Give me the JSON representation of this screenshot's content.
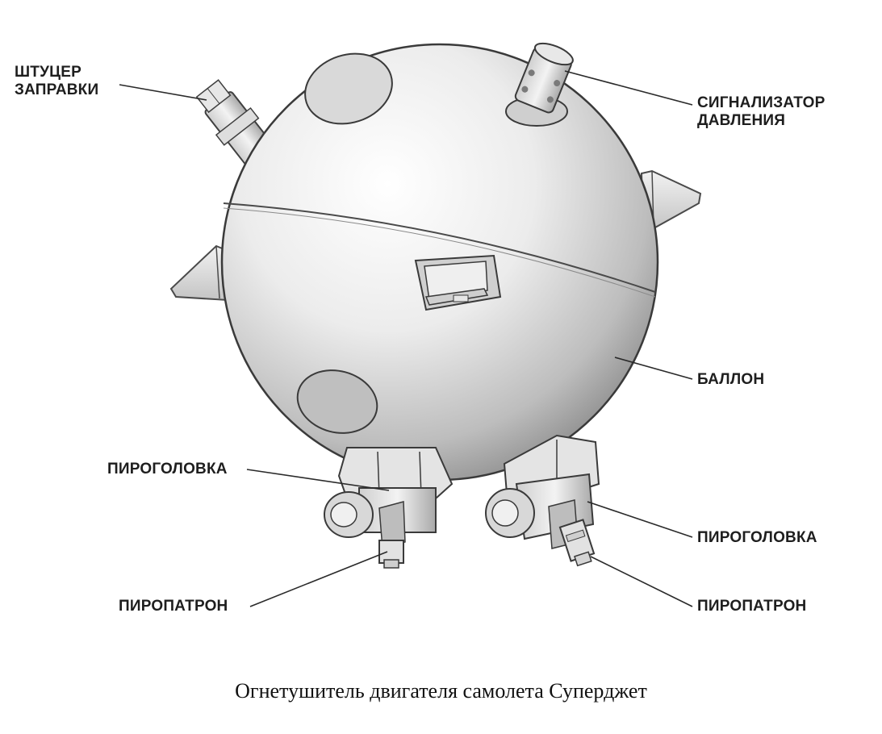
{
  "labels": {
    "fill_fitting": [
      "ШТУЦЕР",
      "ЗАПРАВКИ"
    ],
    "pressure_signaler": [
      "СИГНАЛИЗАТОР",
      "ДАВЛЕНИЯ"
    ],
    "cylinder": "БАЛЛОН",
    "pyrohead_left": "ПИРОГОЛОВКА",
    "pyrohead_right": "ПИРОГОЛОВКА",
    "pyrocartridge_left": "ПИРОПАТРОН",
    "pyrocartridge_right": "ПИРОПАТРОН"
  },
  "caption": "Огнетушитель двигателя самолета Суперджет"
}
